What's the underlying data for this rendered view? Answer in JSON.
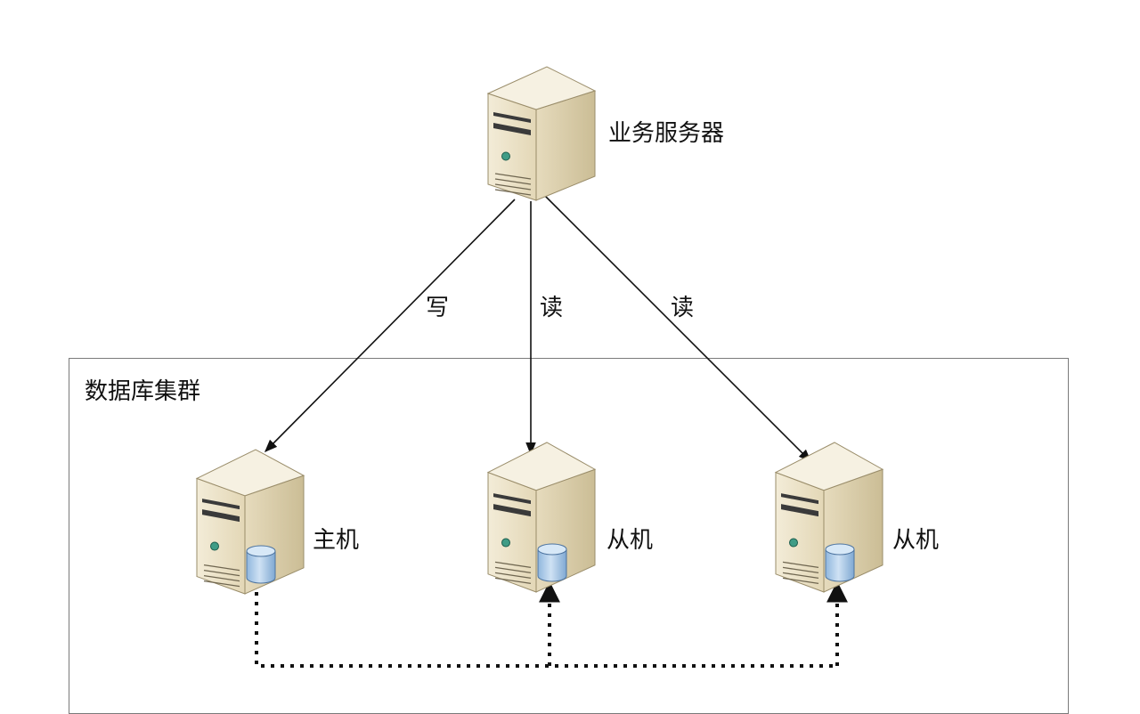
{
  "diagram": {
    "type": "architecture",
    "nodes": [
      {
        "id": "app",
        "label": "业务服务器",
        "icon": "server-icon",
        "has_db": false
      },
      {
        "id": "master",
        "label": "主机",
        "icon": "server-icon",
        "has_db": true
      },
      {
        "id": "slave1",
        "label": "从机",
        "icon": "server-icon",
        "has_db": true
      },
      {
        "id": "slave2",
        "label": "从机",
        "icon": "server-icon",
        "has_db": true
      }
    ],
    "group": {
      "id": "cluster",
      "label": "数据库集群",
      "members": [
        "master",
        "slave1",
        "slave2"
      ]
    },
    "edges": [
      {
        "from": "app",
        "to": "master",
        "label": "写",
        "style": "solid"
      },
      {
        "from": "app",
        "to": "slave1",
        "label": "读",
        "style": "solid"
      },
      {
        "from": "app",
        "to": "slave2",
        "label": "读",
        "style": "solid"
      },
      {
        "from": "master",
        "to": "slave1",
        "label": "",
        "style": "dotted"
      },
      {
        "from": "master",
        "to": "slave2",
        "label": "",
        "style": "dotted"
      }
    ]
  },
  "colors": {
    "server_front": "#ede4cc",
    "server_side": "#d6c9a4",
    "server_top": "#f6f1e2",
    "db_body": "#a9c9e8",
    "db_top": "#d7e8f7",
    "edge": "#111111",
    "group_border": "#7a7a7a"
  }
}
